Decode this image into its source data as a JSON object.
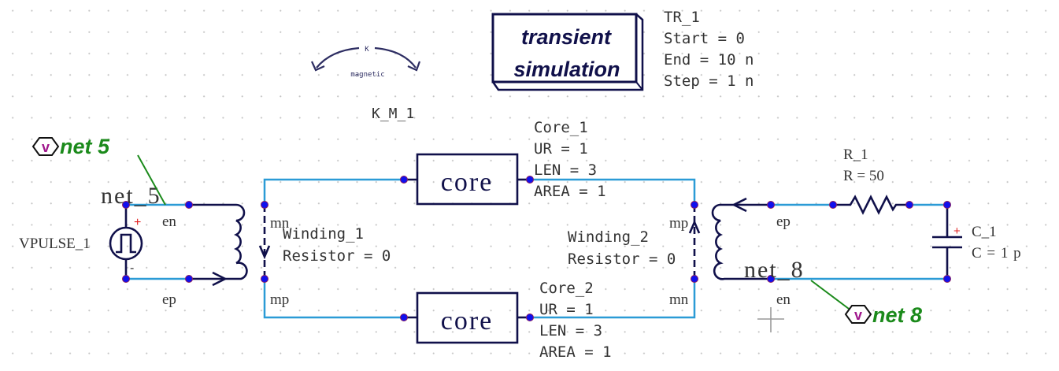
{
  "schematic": {
    "simulation": {
      "block_line1": "transient",
      "block_line2": "simulation",
      "name": "TR_1",
      "params": [
        "Start = 0",
        "End = 10 n",
        "Step = 1 n"
      ]
    },
    "mutual_inductance": {
      "symbol_label": "K",
      "symbol_sublabel": "magnetic",
      "name": "K_M_1"
    },
    "source": {
      "name": "VPULSE_1",
      "plus": "+",
      "minus": "-"
    },
    "probes": [
      {
        "icon": "v",
        "label": "net 5"
      },
      {
        "icon": "v",
        "label": "net 8"
      }
    ],
    "net_labels": [
      "net_5",
      "net_8"
    ],
    "cores": [
      {
        "symbol": "core",
        "name": "Core_1",
        "params": [
          "UR = 1",
          "LEN = 3",
          "AREA = 1"
        ]
      },
      {
        "symbol": "core",
        "name": "Core_2",
        "params": [
          "UR = 1",
          "LEN = 3",
          "AREA = 1"
        ]
      }
    ],
    "windings": [
      {
        "name": "Winding_1",
        "params": [
          "Resistor = 0"
        ],
        "pins": {
          "en": "en",
          "ep": "ep",
          "mn": "mn",
          "mp": "mp"
        }
      },
      {
        "name": "Winding_2",
        "params": [
          "Resistor = 0"
        ],
        "pins": {
          "en": "en",
          "ep": "ep",
          "mn": "mn",
          "mp": "mp"
        }
      }
    ],
    "resistor": {
      "name": "R_1",
      "params": [
        "R = 50"
      ]
    },
    "capacitor": {
      "name": "C_1",
      "params": [
        "C = 1 p"
      ],
      "plus": "+"
    },
    "colors": {
      "wire": "#2b9bd6",
      "component": "#10104a",
      "pin": "#1010ee",
      "probe_text": "#1b8a1b",
      "probe_icon": "#a0168c",
      "polarity": "#e02020"
    }
  }
}
